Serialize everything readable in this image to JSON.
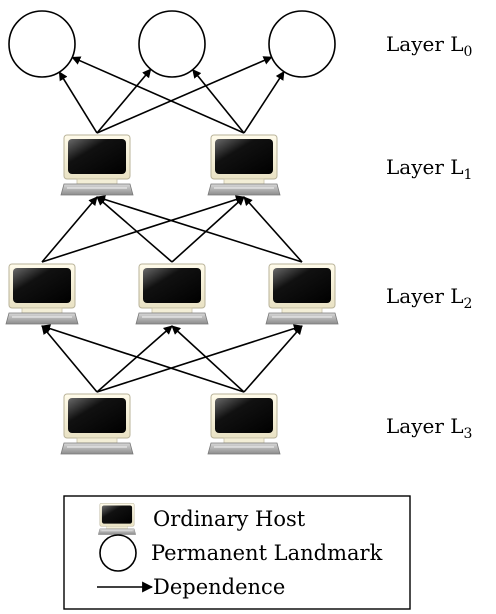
{
  "layers": [
    {
      "id": "L0",
      "label_prefix": "Layer L",
      "subscript": "0",
      "node_type": "landmark",
      "node_count": 3
    },
    {
      "id": "L1",
      "label_prefix": "Layer L",
      "subscript": "1",
      "node_type": "host",
      "node_count": 2
    },
    {
      "id": "L2",
      "label_prefix": "Layer L",
      "subscript": "2",
      "node_type": "host",
      "node_count": 3
    },
    {
      "id": "L3",
      "label_prefix": "Layer L",
      "subscript": "3",
      "node_type": "host",
      "node_count": 2
    }
  ],
  "dependences": [
    {
      "from": [
        "L1",
        0
      ],
      "to": [
        "L0",
        0
      ]
    },
    {
      "from": [
        "L1",
        0
      ],
      "to": [
        "L0",
        1
      ]
    },
    {
      "from": [
        "L1",
        0
      ],
      "to": [
        "L0",
        2
      ]
    },
    {
      "from": [
        "L1",
        1
      ],
      "to": [
        "L0",
        0
      ]
    },
    {
      "from": [
        "L1",
        1
      ],
      "to": [
        "L0",
        1
      ]
    },
    {
      "from": [
        "L1",
        1
      ],
      "to": [
        "L0",
        2
      ]
    },
    {
      "from": [
        "L2",
        0
      ],
      "to": [
        "L1",
        0
      ]
    },
    {
      "from": [
        "L2",
        0
      ],
      "to": [
        "L1",
        1
      ]
    },
    {
      "from": [
        "L2",
        1
      ],
      "to": [
        "L1",
        0
      ]
    },
    {
      "from": [
        "L2",
        1
      ],
      "to": [
        "L1",
        1
      ]
    },
    {
      "from": [
        "L2",
        2
      ],
      "to": [
        "L1",
        0
      ]
    },
    {
      "from": [
        "L2",
        2
      ],
      "to": [
        "L1",
        1
      ]
    },
    {
      "from": [
        "L3",
        0
      ],
      "to": [
        "L2",
        0
      ]
    },
    {
      "from": [
        "L3",
        0
      ],
      "to": [
        "L2",
        1
      ]
    },
    {
      "from": [
        "L3",
        0
      ],
      "to": [
        "L2",
        2
      ]
    },
    {
      "from": [
        "L3",
        1
      ],
      "to": [
        "L2",
        0
      ]
    },
    {
      "from": [
        "L3",
        1
      ],
      "to": [
        "L2",
        1
      ]
    },
    {
      "from": [
        "L3",
        1
      ],
      "to": [
        "L2",
        2
      ]
    }
  ],
  "legend": {
    "host_label": "Ordinary Host",
    "landmark_label": "Permanent Landmark",
    "dependence_label": "Dependence"
  }
}
